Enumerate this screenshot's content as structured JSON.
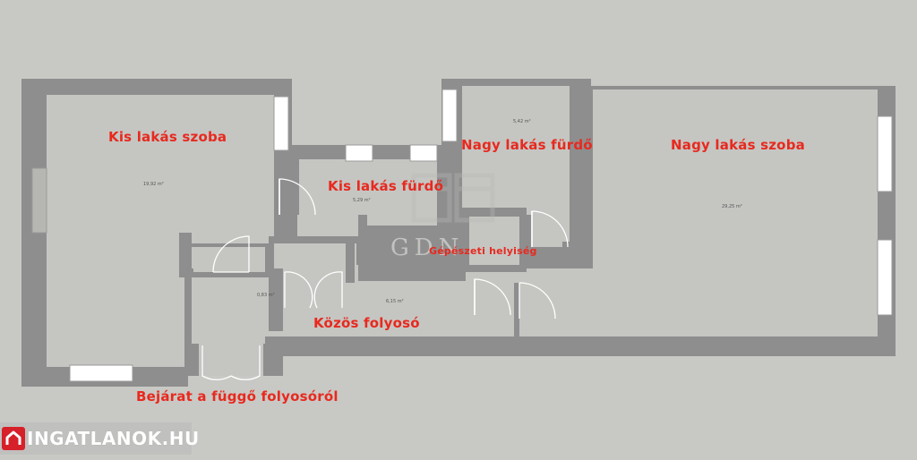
{
  "rooms": {
    "kis_szoba": {
      "label": "Kis lakás szoba",
      "area": "19,92 m²"
    },
    "kis_furdo": {
      "label": "Kis lakás fürdő",
      "area": "5,29 m²"
    },
    "nagy_furdo": {
      "label": "Nagy lakás fürdő",
      "area": "5,42 m²"
    },
    "nagy_szoba": {
      "label": "Nagy lakás szoba",
      "area": "29,25 m²"
    },
    "gepeszeti": {
      "label": "Gépészeti helyiség"
    },
    "kozos_folyoso": {
      "label": "Közös folyosó",
      "area": "6,15 m²"
    },
    "small_hall": {
      "area": "0,83 m²"
    }
  },
  "entrance_label": "Bejárat a függő folyosóról",
  "watermark": "GDN",
  "logo": {
    "text": "INGATLANOK.HU"
  },
  "colors": {
    "background": "#c8c9c5",
    "floor": "#bebfbb",
    "wall": "#8d8d8d",
    "label": "#e8291f",
    "logo_red": "#d6202a"
  }
}
